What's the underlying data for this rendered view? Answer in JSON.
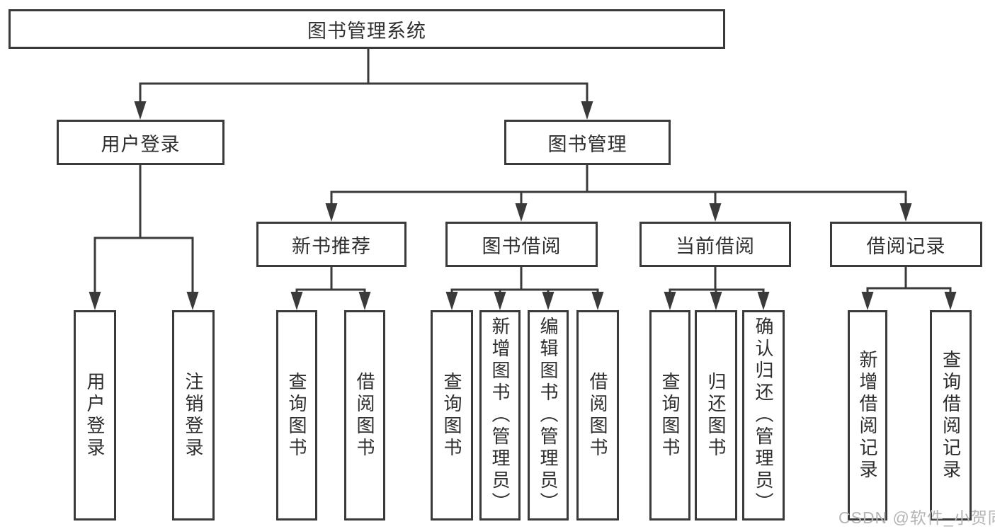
{
  "tree": {
    "root": {
      "label": "图书管理系统",
      "children": [
        {
          "label": "用户登录",
          "children": [
            {
              "label": "用户登录"
            },
            {
              "label": "注销登录"
            }
          ]
        },
        {
          "label": "图书管理",
          "children": [
            {
              "label": "新书推荐",
              "children": [
                {
                  "label": "查询图书"
                },
                {
                  "label": "借阅图书"
                }
              ]
            },
            {
              "label": "图书借阅",
              "children": [
                {
                  "label": "查询图书"
                },
                {
                  "label": "新增图书（管理员）"
                },
                {
                  "label": "编辑图书（管理员）"
                },
                {
                  "label": "借阅图书"
                }
              ]
            },
            {
              "label": "当前借阅",
              "children": [
                {
                  "label": "查询图书"
                },
                {
                  "label": "归还图书"
                },
                {
                  "label": "确认归还（管理员）"
                }
              ]
            },
            {
              "label": "借阅记录",
              "children": [
                {
                  "label": "新增借阅记录"
                },
                {
                  "label": "查询借阅记录"
                }
              ]
            }
          ]
        }
      ]
    }
  },
  "watermark": "CSDN @软件_小贺同学",
  "colors": {
    "line": "#3a3a3a",
    "text": "#2e2e2e",
    "watermark": "#b4b4b4",
    "background": "#ffffff"
  }
}
